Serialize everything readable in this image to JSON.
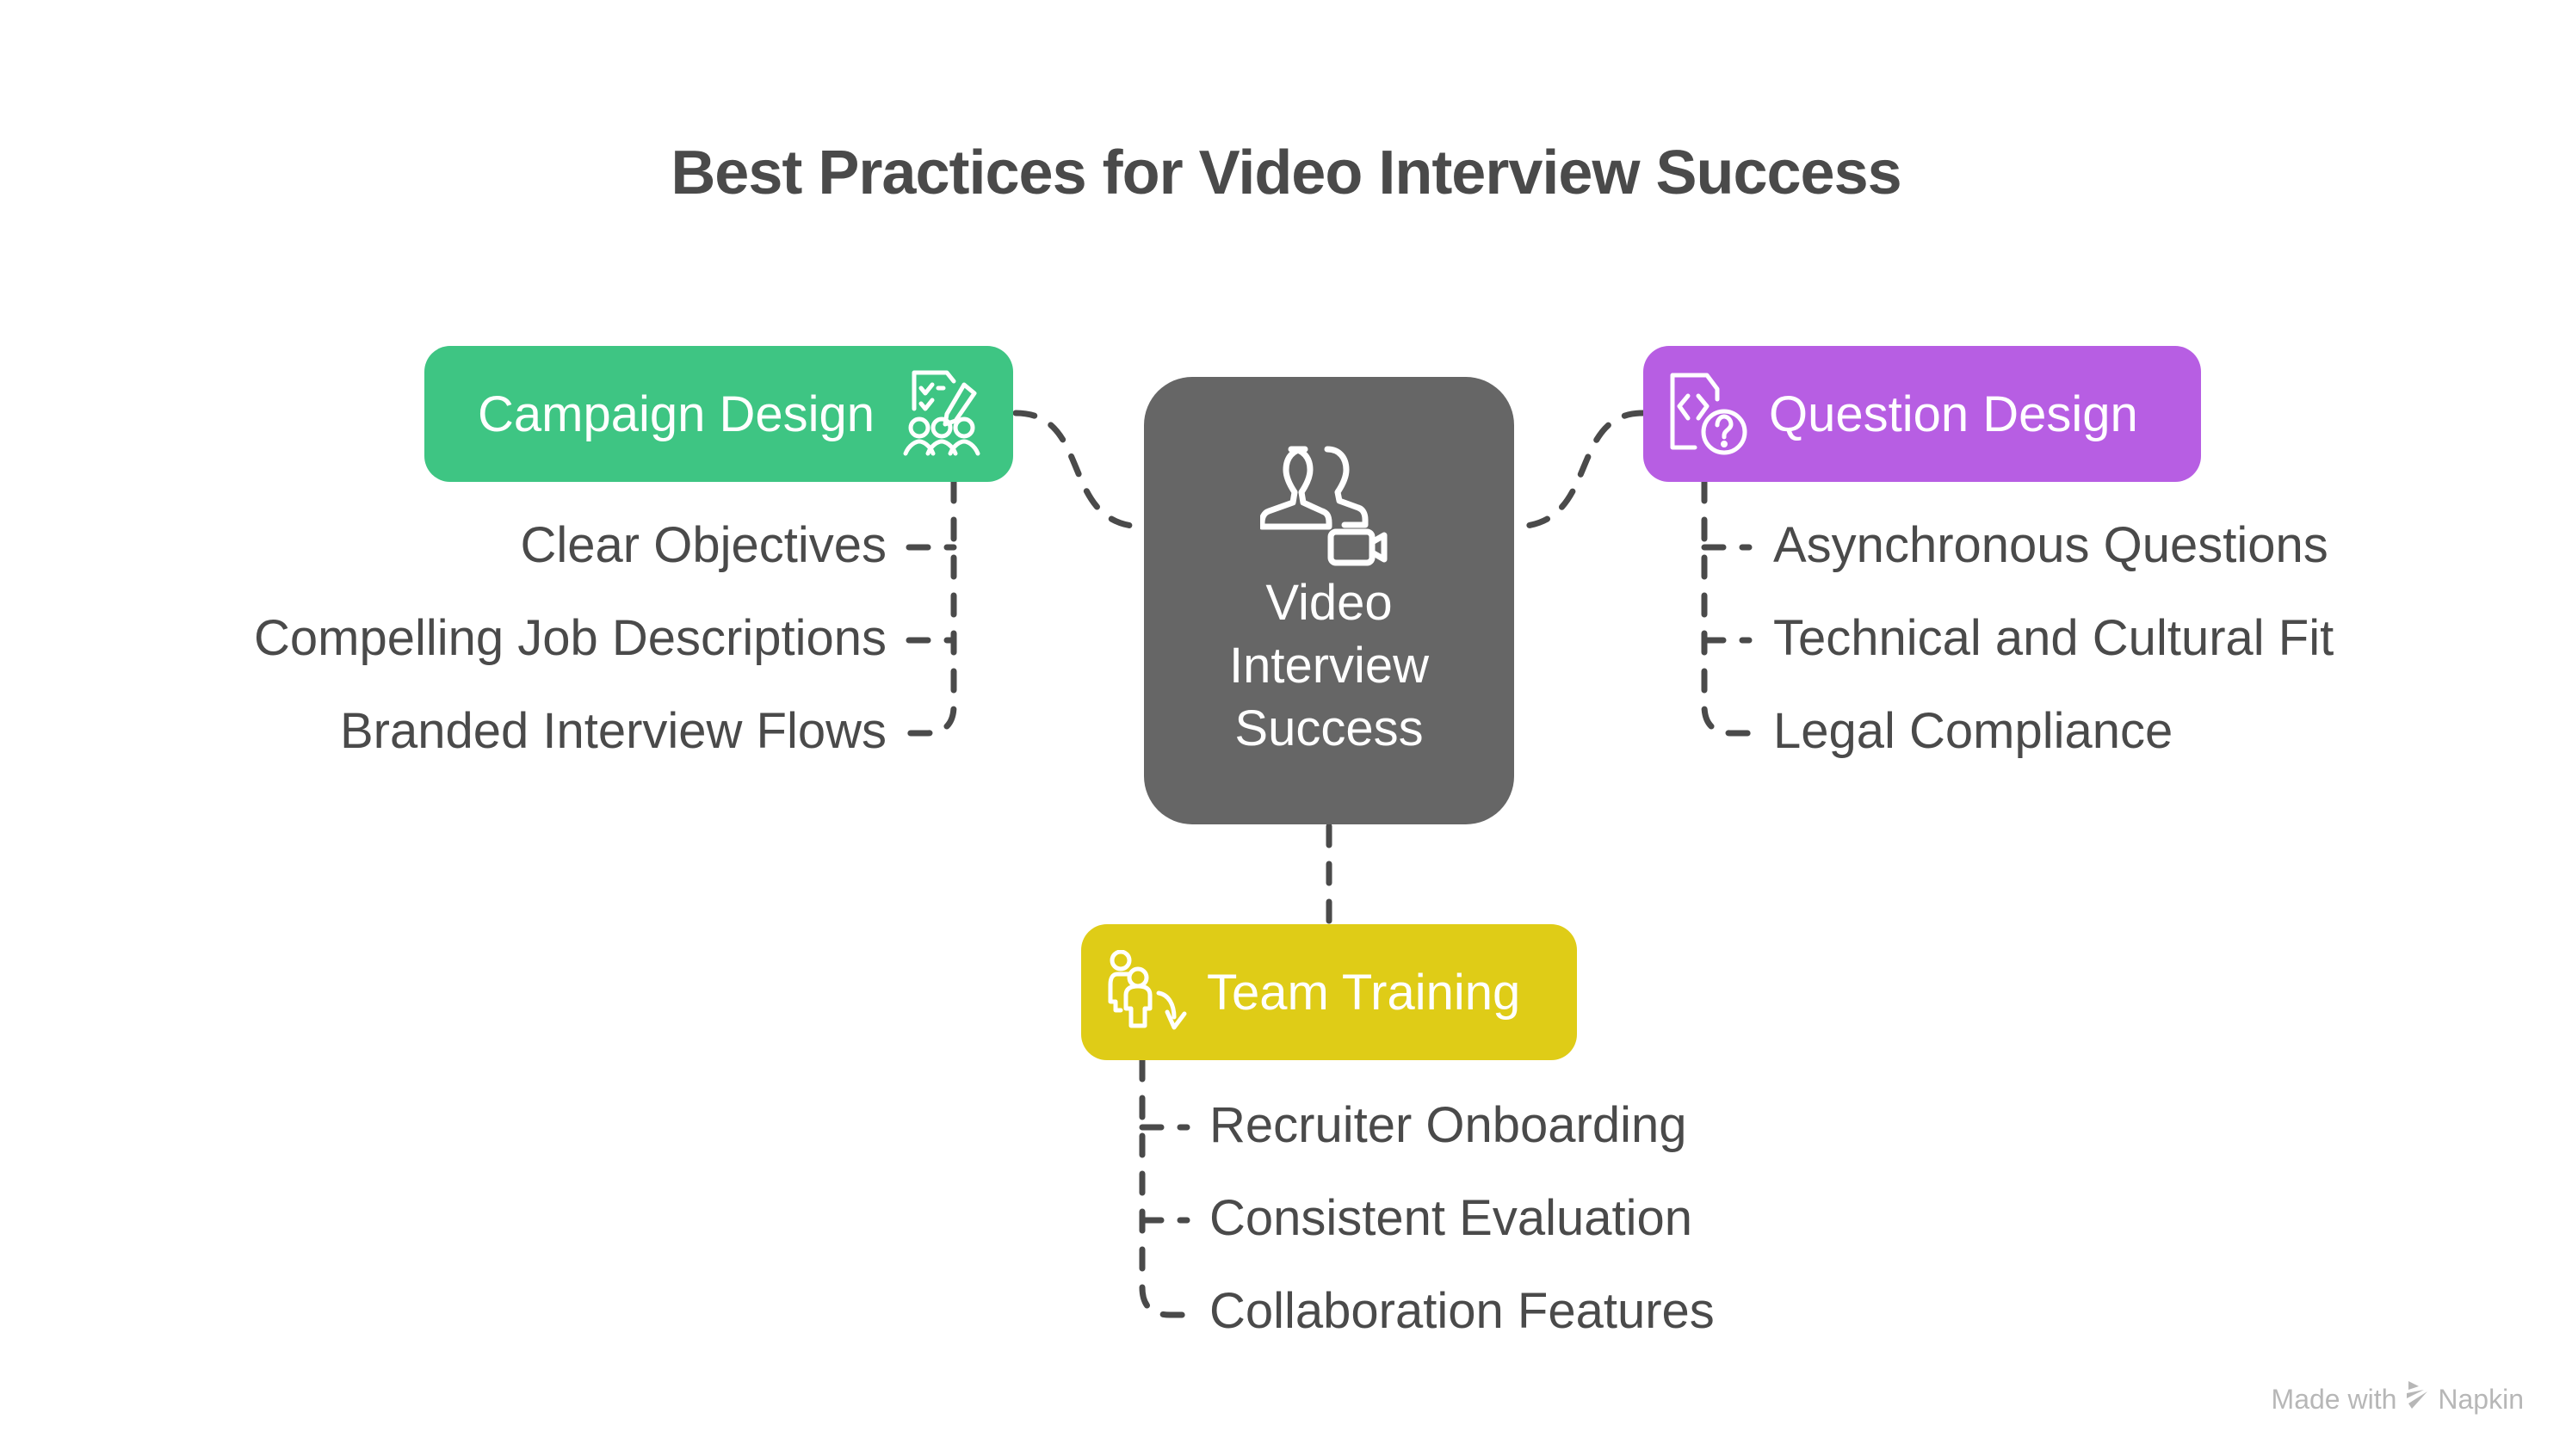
{
  "title": "Best Practices for Video Interview Success",
  "center": {
    "label": "Video Interview Success",
    "icon": "team-video-icon",
    "color": "#666666"
  },
  "branches": [
    {
      "label": "Campaign Design",
      "icon": "checklist-people-icon",
      "color": "#3ec583",
      "items": [
        "Clear Objectives",
        "Compelling Job Descriptions",
        "Branded Interview Flows"
      ]
    },
    {
      "label": "Question Design",
      "icon": "code-question-icon",
      "color": "#b75ee3",
      "items": [
        "Asynchronous Questions",
        "Technical and Cultural Fit",
        "Legal Compliance"
      ]
    },
    {
      "label": "Team Training",
      "icon": "people-transfer-icon",
      "color": "#dfcc17",
      "items": [
        "Recruiter Onboarding",
        "Consistent Evaluation",
        "Collaboration Features"
      ]
    }
  ],
  "footer": {
    "prefix": "Made with",
    "brand": "Napkin"
  }
}
